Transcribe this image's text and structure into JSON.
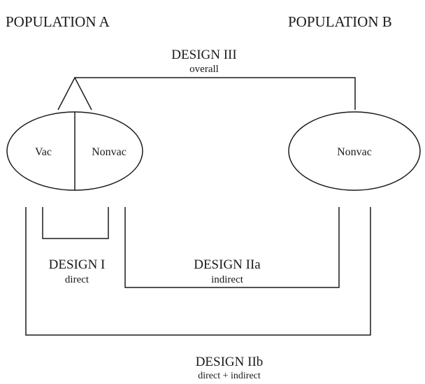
{
  "populations": {
    "a_label": "POPULATION A",
    "b_label": "POPULATION B"
  },
  "nodes": {
    "vac": "Vac",
    "nonvac_a": "Nonvac",
    "nonvac_b": "Nonvac"
  },
  "designs": {
    "iii": {
      "title": "DESIGN III",
      "subtitle": "overall"
    },
    "i": {
      "title": "DESIGN I",
      "subtitle": "direct"
    },
    "iia": {
      "title": "DESIGN IIa",
      "subtitle": "indirect"
    },
    "iib": {
      "title": "DESIGN IIb",
      "subtitle": "direct + indirect"
    }
  },
  "colors": {
    "ink": "#1a1a1a",
    "background": "#ffffff"
  }
}
